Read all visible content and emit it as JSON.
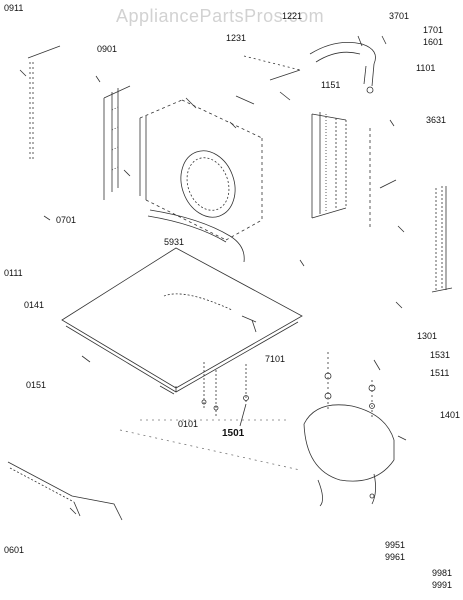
{
  "watermark": "AppliancePartsPros.com",
  "labels": {
    "l0911": "0911",
    "l1221": "1221",
    "l3701": "3701",
    "l1701": "1701",
    "l1601": "1601",
    "l1231": "1231",
    "l0901": "0901",
    "l1101": "1101",
    "l1151": "1151",
    "l3631": "3631",
    "l0701": "0701",
    "l5931": "5931",
    "l0111": "0111",
    "l0141": "0141",
    "l1301": "1301",
    "l1531": "1531",
    "l7101": "7101",
    "l1511": "1511",
    "l0151": "0151",
    "l1401": "1401",
    "l0101": "0101",
    "l1501": "1501",
    "l9951": "9951",
    "l9961": "9961",
    "l0601": "0601",
    "l9981": "9981",
    "l9991": "9991"
  },
  "colors": {
    "line": "#333333",
    "dash": "#555555",
    "watermark": "#d2d2d2"
  }
}
